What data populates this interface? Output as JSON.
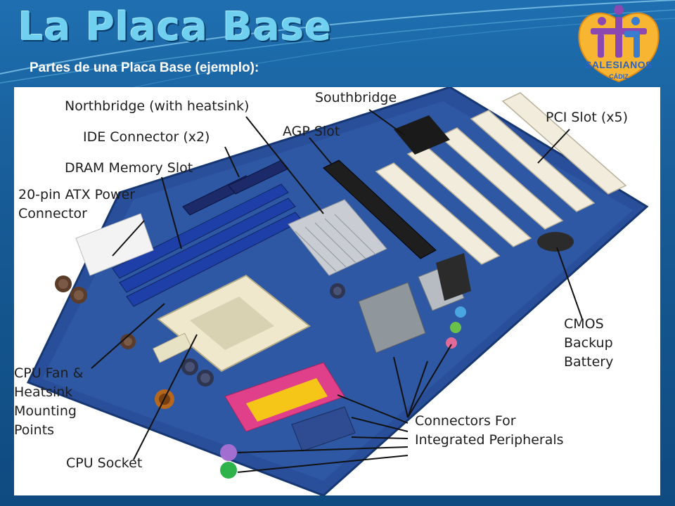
{
  "slide": {
    "title": "La Placa Base",
    "subtitle": "Partes de una Placa Base (ejemplo):"
  },
  "logo": {
    "name": "SALESIANOS",
    "city": "CÁDIZ",
    "icon": "salesianos-logo-icon"
  },
  "diagram": {
    "subject": "motherboard-photo",
    "labels": {
      "northbridge": "Northbridge (with heatsink)",
      "southbridge": "Southbridge",
      "ide": "IDE Connector (x2)",
      "agp": "AGP Slot",
      "pci": "PCI Slot (x5)",
      "dram": "DRAM Memory Slot",
      "atx": "20-pin ATX Power\nConnector",
      "cmos": "CMOS\nBackup\nBattery",
      "cpu_fan": "CPU Fan &\nHeatsink\nMounting\nPoints",
      "connectors": "Connectors For\nIntegrated Peripherals",
      "cpu_socket": "CPU Socket"
    }
  },
  "colors": {
    "background": "#175b96",
    "title": "#6fd0f0",
    "board": "#2a4f9a",
    "slot_white": "#f1ecdc",
    "dram_blue": "#1f3fa8",
    "agp_black": "#1e1e1e",
    "parallel_pink": "#e0408a",
    "heatsink": "#c9cdd3"
  }
}
